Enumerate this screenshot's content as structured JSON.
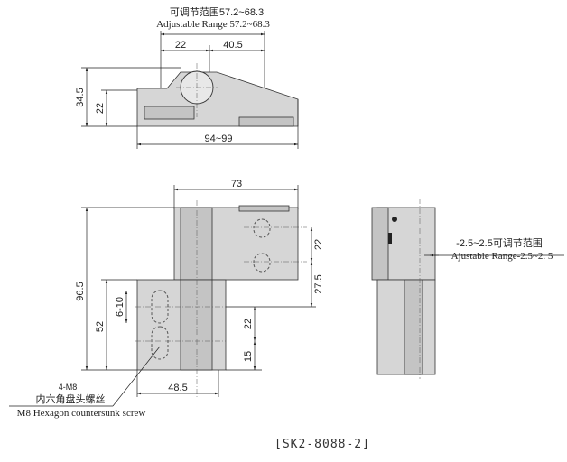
{
  "top_view": {
    "range_cn": "可调节范围57.2~68.3",
    "range_en": "Adjustable Range 57.2~68.3",
    "dim_22": "22",
    "dim_40_5": "40.5",
    "dim_34_5": "34.5",
    "dim_22_v": "22",
    "dim_94_99": "94~99"
  },
  "front_view": {
    "dim_73": "73",
    "dim_96_5": "96.5",
    "dim_52": "52",
    "dim_6_10": "6-10",
    "dim_22_upper": "22",
    "dim_27_5": "27.5",
    "dim_22_lower": "22",
    "dim_15": "15",
    "dim_48_5": "48.5",
    "screw_qty": "4-M8",
    "screw_cn": "内六角盘头螺丝",
    "screw_en": "M8 Hexagon countersunk screw"
  },
  "side_view": {
    "range_cn": "-2.5~2.5可调节范围",
    "range_en": "Ajustable Range-2.5~2. 5"
  },
  "part_number": "[SK2-8088-2]"
}
